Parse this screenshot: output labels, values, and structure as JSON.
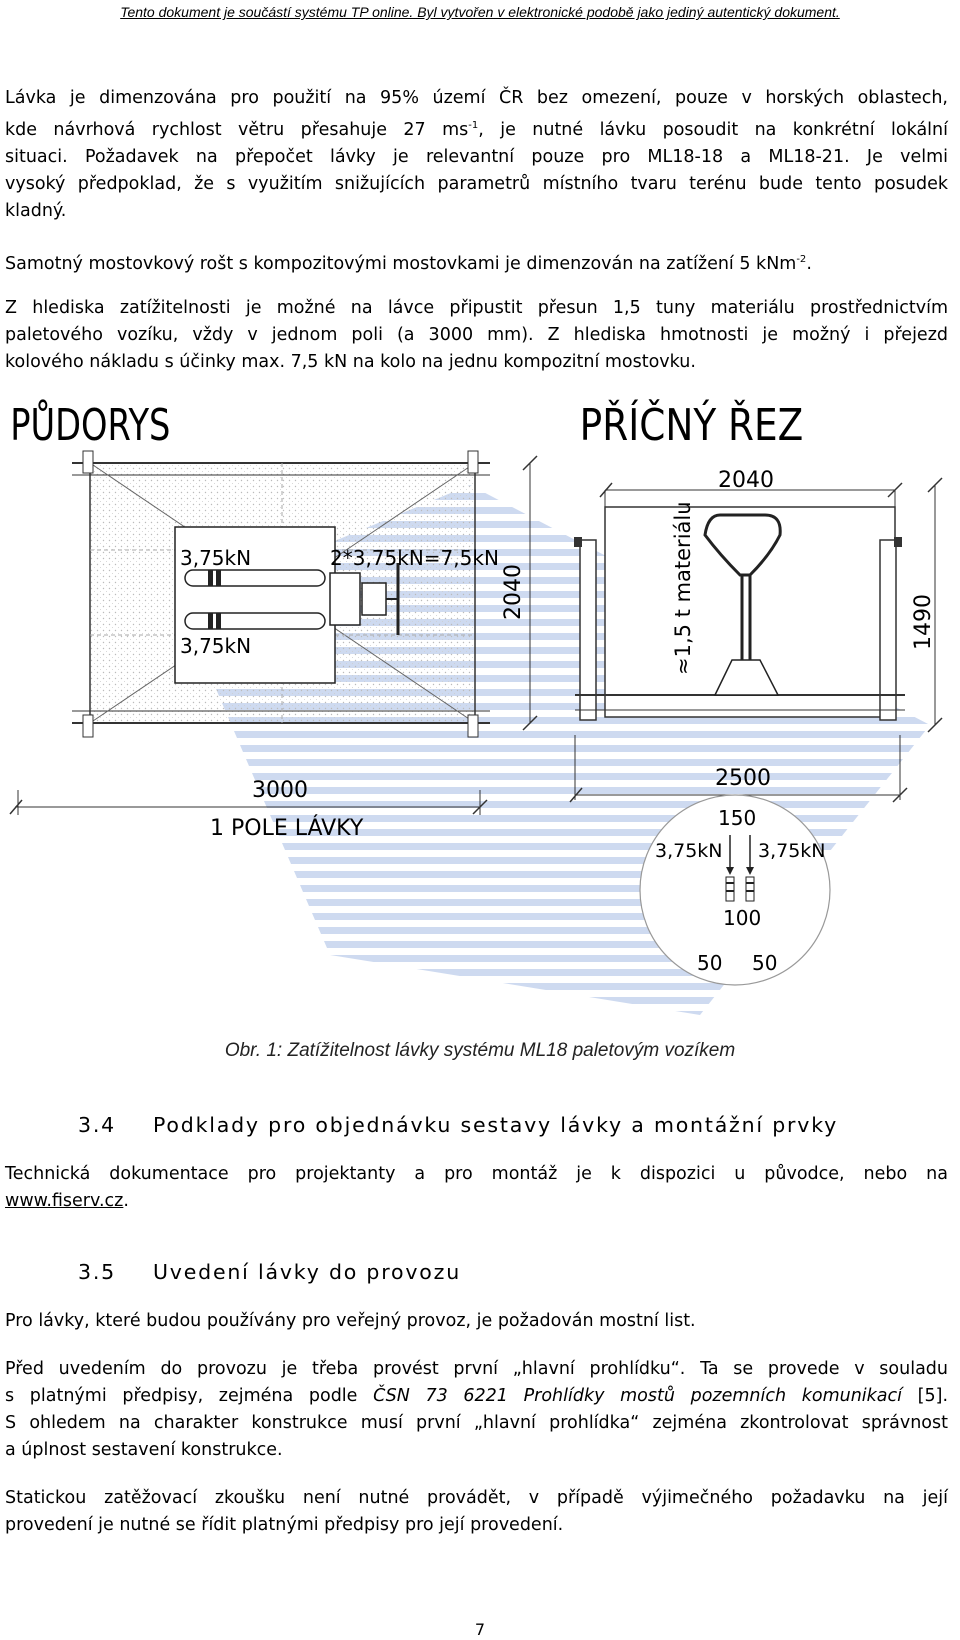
{
  "header": "Tento dokument je součástí systému TP online. Byl vytvořen v elektronické podobě jako jediný autentický dokument.",
  "para1": {
    "line1": "Lávka je dimenzována pro použití na 95% území ČR bez omezení, pouze v horských oblastech,",
    "line2a": "kde návrhová rychlost větru přesahuje 27 ms",
    "line2sup": "-1",
    "line2b": ", je nutné lávku posoudit na konkrétní lokální",
    "line3": "situaci. Požadavek na přepočet lávky je relevantní pouze pro ML18-18 a ML18-21. Je velmi",
    "line4": "vysoký předpoklad, že s využitím snižujících parametrů místního tvaru terénu bude tento posudek",
    "line5": "kladný."
  },
  "para2": {
    "text": "Samotný mostovkový rošt s kompozitovými mostovkami je dimenzován na zatížení 5 kNm",
    "sup": "-2",
    "end": "."
  },
  "para3": {
    "line1": "Z hlediska zatížitelnosti je možné na lávce připustit přesun 1,5 tuny materiálu prostřednictvím",
    "line2": "paletového vozíku, vždy v jednom poli (a 3000 mm). Z hlediska hmotnosti je možný i přejezd",
    "line3": "kolového nákladu s účinky max. 7,5 kN na kolo na jednu kompozitní mostovku."
  },
  "figure": {
    "plan_title": "PŮDORYS",
    "section_title": "PŘÍČNÝ ŘEZ",
    "load_top": "3,75kN",
    "load_total": "2*3,75kN=7,5kN",
    "load_bottom": "3,75kN",
    "dim_plan_width": "2040",
    "dim_span": "3000",
    "span_label": "1 POLE LÁVKY",
    "dim_section_top": "2040",
    "dim_section_height": "1490",
    "material_label": "≈1,5 t materiálu",
    "dim_section_bottom": "2500",
    "detail_150": "150",
    "detail_load_left": "3,75kN",
    "detail_load_right": "3,75kN",
    "detail_100": "100",
    "detail_50_left": "50",
    "detail_50_right": "50"
  },
  "caption": "Obr. 1: Zatížitelnost lávky systému ML18 paletovým vozíkem",
  "section34": {
    "number": "3.4",
    "title": "Podklady pro objednávku sestavy lávky a montážní prvky",
    "line1": "Technická dokumentace pro projektanty a pro montáž je k dispozici u původce, nebo na",
    "link": "www.fiserv.cz",
    "link_end": "."
  },
  "section35": {
    "number": "3.5",
    "title": "Uvedení lávky do provozu",
    "p1": "Pro lávky, které budou používány pro veřejný provoz, je požadován mostní list.",
    "p2_line1": "Před uvedením do provozu je třeba provést první „hlavní prohlídku“. Ta se provede v souladu",
    "p2_line2a": "s platnými předpisy, zejména podle ",
    "p2_line2i": "ČSN 73 6221 Prohlídky mostů pozemních komunikací",
    "p2_line2b": " [5].",
    "p2_line3": "S ohledem na charakter konstrukce musí první „hlavní prohlídka“ zejména zkontrolovat správnost",
    "p2_line4": "a úplnost sestavení konstrukce.",
    "p3_line1": "Statickou zatěžovací zkoušku není nutné provádět, v případě výjimečného požadavku na její",
    "p3_line2": "provedení je nutné se řídit platnými předpisy pro její provedení."
  },
  "page_number": "7"
}
